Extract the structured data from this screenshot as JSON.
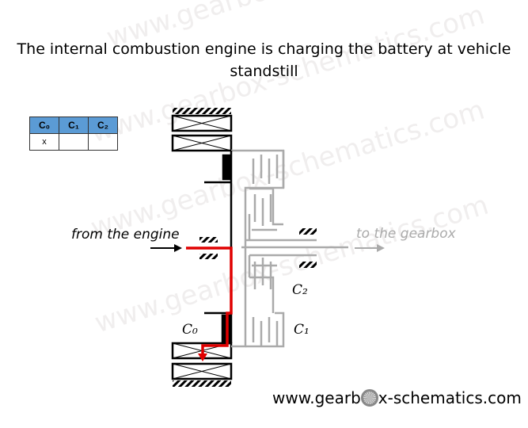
{
  "title_line1": "The internal combustion engine is charging the battery at vehicle",
  "title_line2": "standstill",
  "table": {
    "headers": [
      "C₀",
      "C₁",
      "C₂"
    ],
    "row": [
      "x",
      "",
      ""
    ]
  },
  "labels": {
    "from_engine": "from the engine",
    "to_gearbox": "to the gearbox",
    "c0": "C₀",
    "c1": "C₁",
    "c2": "C₂"
  },
  "footer": {
    "before": "www.gearb",
    "after": "x-schematics.com"
  },
  "watermark": "www.gearbox-schematics.com",
  "colors": {
    "power_flow": "#e00000",
    "header": "#5b9bd5",
    "inactive": "#aaaaaa"
  }
}
